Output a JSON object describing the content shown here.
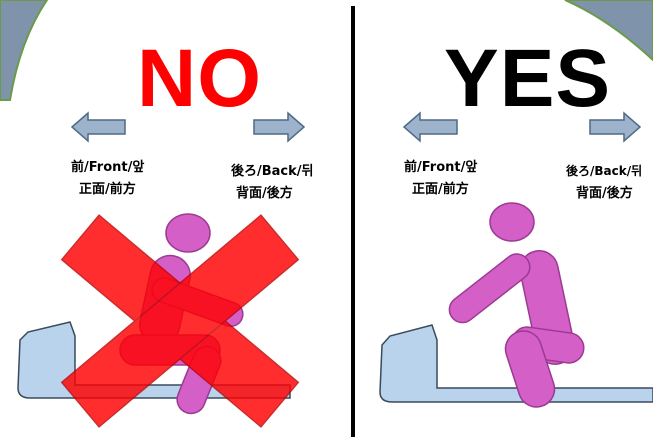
{
  "left_panel": {
    "title": "NO",
    "front_line1": "前/Front/앞",
    "front_line2_a": "正面/",
    "front_line2_b": "前方",
    "back_line1": "後ろ/Back/뒤",
    "back_line2_a": "背面/",
    "back_line2_b": "後方"
  },
  "right_panel": {
    "title": "YES",
    "front_line1": "前/Front/앞",
    "front_line2_a": "正面/",
    "front_line2_b": "前方",
    "back_line1": "後ろ/Back/뒤",
    "back_line2_a": "背面/",
    "back_line2_b": "後方"
  },
  "colors": {
    "no_title": "#ff0000",
    "yes_title": "#000000",
    "figure": "#d45fc6",
    "figure_stroke": "#9b3a92",
    "machine": "#b9d3ec",
    "machine_stroke": "#3a4a5c",
    "arrow": "#9db3cc",
    "arrow_stroke": "#4f6a86",
    "cross": "#ff0000",
    "corner": "#7f93ab"
  },
  "icons": {
    "arrow_left": "arrow-left-icon",
    "arrow_right": "arrow-right-icon",
    "cross": "cross-mark-icon"
  }
}
